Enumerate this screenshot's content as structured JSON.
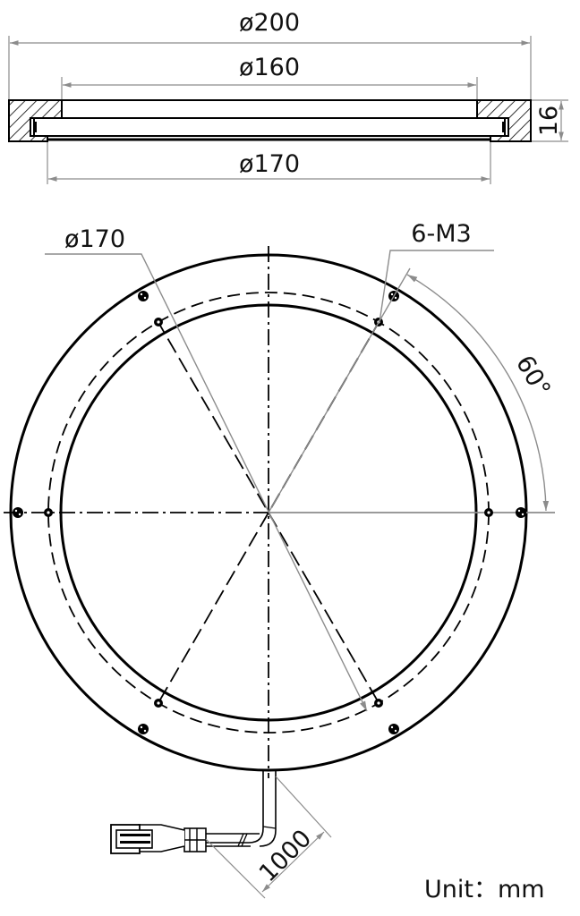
{
  "drawing": {
    "type": "technical-drawing",
    "subject": "ring light",
    "section_view": {
      "dim_outer_diameter": "ø200",
      "dim_inner_diameter": "ø160",
      "dim_groove_diameter": "ø170",
      "dim_height": "16"
    },
    "plan_view": {
      "dim_hole_circle": "ø170",
      "dim_holes": "6-M3",
      "dim_angle": "60°",
      "dim_cable_length": "1000"
    },
    "unit_label": "Unit：mm"
  },
  "colors": {
    "line": "#000000",
    "dimension": "#8c8c8c",
    "text": "#111111"
  }
}
